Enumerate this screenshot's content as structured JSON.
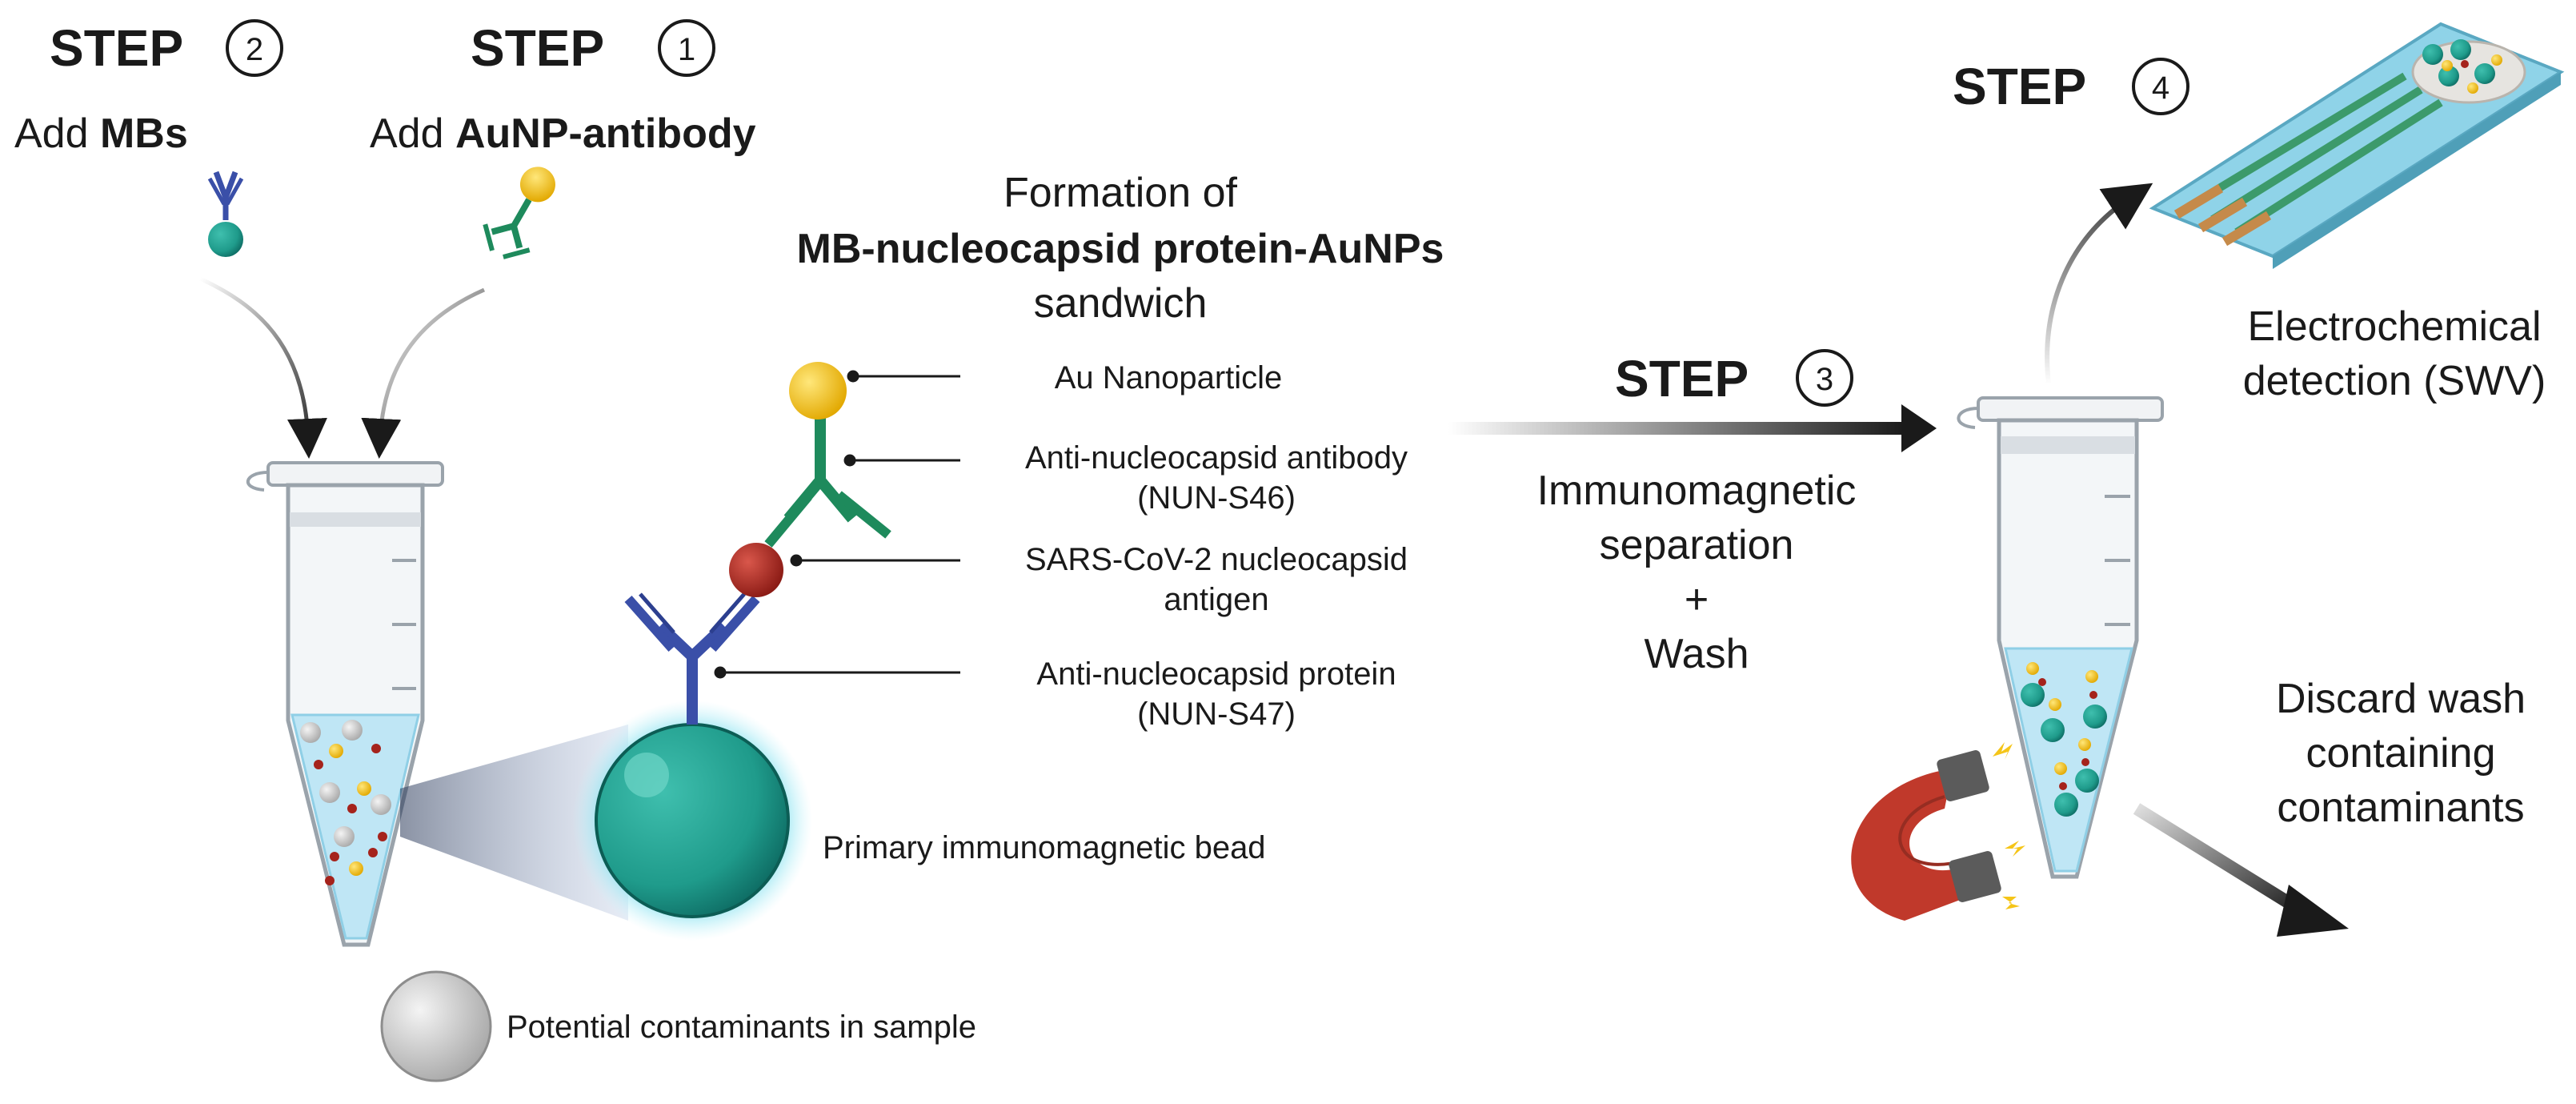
{
  "colors": {
    "gold": "#f5c518",
    "antibody_green": "#1e8a5c",
    "antibody_blue": "#3a4fa8",
    "bead_teal": "#1f9b8b",
    "antigen_red": "#a5231c",
    "magnet_red": "#c0392b",
    "tube_liquid": "#bfe6f5",
    "arrow_dark": "#1a1a1a"
  },
  "steps": {
    "s1": {
      "word": "STEP",
      "num": "1",
      "prefix": "Add ",
      "bold": "AuNP-antibody"
    },
    "s2": {
      "word": "STEP",
      "num": "2",
      "prefix": "Add ",
      "bold": "MBs"
    },
    "s3": {
      "word": "STEP",
      "num": "3"
    },
    "s4": {
      "word": "STEP",
      "num": "4"
    }
  },
  "formation": {
    "line1": "Formation of",
    "line2": "MB-nucleocapsid protein-AuNPs",
    "line3": "sandwich"
  },
  "labels": {
    "au": "Au Nanoparticle",
    "anti_ab_1": "Anti-nucleocapsid antibody",
    "anti_ab_2": "(NUN-S46)",
    "antigen_1": "SARS-CoV-2 nucleocapsid",
    "antigen_2": "antigen",
    "anti_prot_1": "Anti-nucleocapsid protein",
    "anti_prot_2": "(NUN-S47)",
    "bead": "Primary immunomagnetic bead",
    "contaminants": "Potential contaminants in sample"
  },
  "separation": {
    "line1": "Immunomagnetic",
    "line2": "separation",
    "line3": "+",
    "line4": "Wash"
  },
  "detection": {
    "line1": "Electrochemical",
    "line2": "detection (SWV)"
  },
  "discard": {
    "line1": "Discard wash",
    "line2": "containing",
    "line3": "contaminants"
  }
}
